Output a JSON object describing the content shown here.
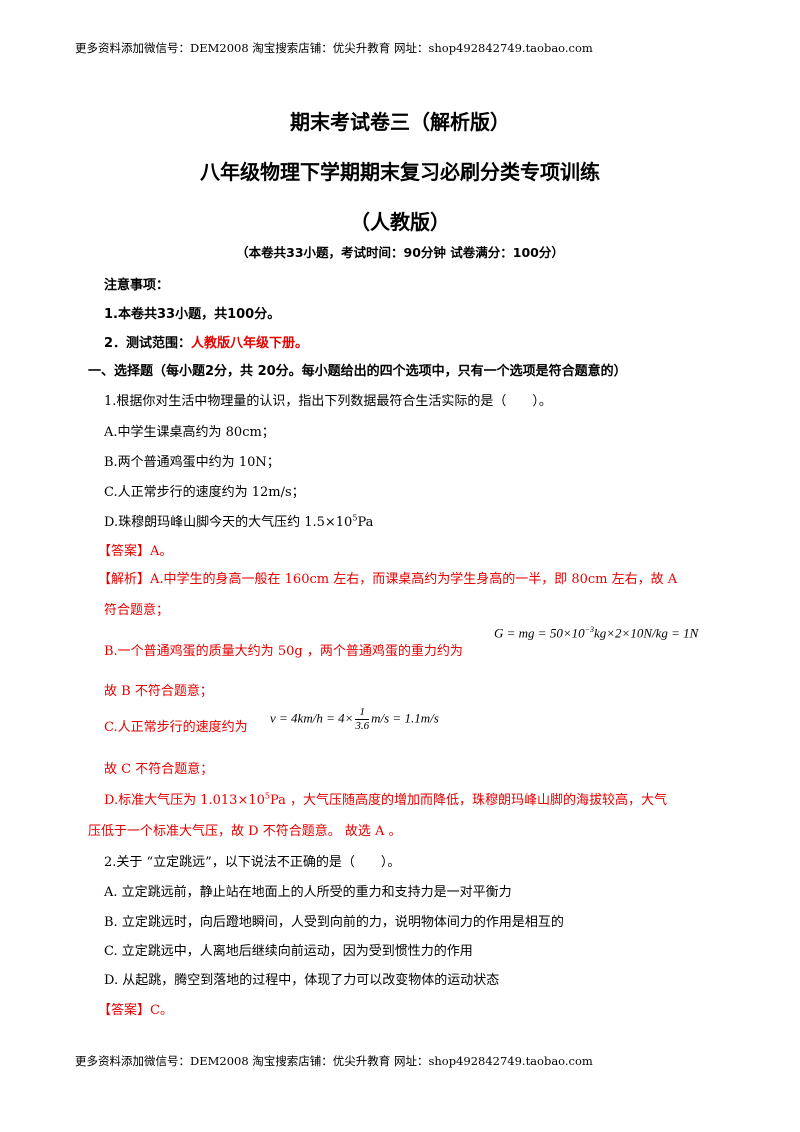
{
  "header": "更多资料添加微信号：DEM2008   淘宝搜索店铺：优尖升教育  网址：shop492842749.taobao.com",
  "footer": "更多资料添加微信号：DEM2008   淘宝搜索店铺：优尖升教育  网址：shop492842749.taobao.com",
  "title1": "期末考试卷三（解析版）",
  "title2": "八年级物理下学期期末复习必刷分类专项训练",
  "title3": "（人教版）",
  "subtitle": "（本卷共33小题，考试时间：90分钟   试卷满分：100分）",
  "notes": {
    "heading": "注意事项：",
    "item1": "1.本卷共33小题，共100分。",
    "item2_prefix": "2．测试范围：",
    "item2_red": "人教版八年级下册。"
  },
  "section1": "一、选择题（每小题2分，共 20分。每小题给出的四个选项中，只有一个选项是符合题意的）",
  "q1": {
    "stem": "1.根据你对生活中物理量的认识，指出下列数据最符合生活实际的是（　　）。",
    "a": "A.中学生课桌高约为 80cm；",
    "b": "B.两个普通鸡蛋中约为 10N；",
    "c": "C.人正常步行的速度约为 12m/s；",
    "d_prefix": "D.珠穆朗玛峰山脚今天的大气压约 1.5×10",
    "d_exp": "5",
    "d_suffix": "Pa",
    "answer": "【答案】A。",
    "analysis_a1": "【解析】A.中学生的身高一般在 160cm 左右，而课桌高约为学生身高的一半，即 80cm 左右，故 A",
    "analysis_a2": "符合题意；",
    "analysis_b": "B.一个普通鸡蛋的质量大约为 50g ，两个普通鸡蛋的重力约为",
    "formula_b_1": "G = mg = 50×10",
    "formula_b_exp": "−3",
    "formula_b_2": "kg×2×10N/kg = 1N",
    "analysis_b_end": "故 B 不符合题意；",
    "analysis_c": "C.人正常步行的速度约为",
    "formula_c_1": "v = 4km/h = 4×",
    "formula_c_num": "1",
    "formula_c_den": "3.6",
    "formula_c_2": "m/s = 1.1m/s",
    "analysis_c_end": "故 C 不符合题意；",
    "analysis_d1_prefix": "D.标准大气压为 1.013×10",
    "analysis_d1_exp": "5",
    "analysis_d1_suffix": "Pa ，大气压随高度的增加而降低，珠穆朗玛峰山脚的海拔较高，大气",
    "analysis_d2": "压低于一个标准大气压，故 D 不符合题意。 故选 A 。"
  },
  "q2": {
    "stem": "2.关于 “立定跳远”，以下说法不正确的是（　　）。",
    "a": "A.  立定跳远前，静止站在地面上的人所受的重力和支持力是一对平衡力",
    "b": "B.  立定跳远时，向后蹬地瞬间，人受到向前的力，说明物体间力的作用是相互的",
    "c": "C.  立定跳远中，人离地后继续向前运动，因为受到惯性力的作用",
    "d": "D.  从起跳，腾空到落地的过程中，体现了力可以改变物体的运动状态",
    "answer": "【答案】C。"
  }
}
